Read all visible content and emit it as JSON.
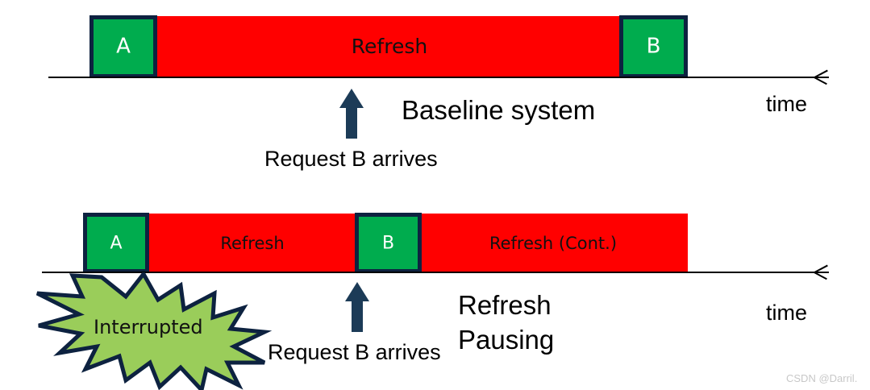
{
  "diagram": {
    "title_hidden": "",
    "colors": {
      "refresh_bar": "#FF0000",
      "request_box": "#00AC4E",
      "box_border": "#0D2240",
      "arrow": "#1C3B57",
      "star_fill": "#9ACD5A",
      "star_stroke": "#0D2240",
      "axis": "#000000",
      "watermark": "#C8C8C8"
    },
    "panels": [
      {
        "id": "baseline",
        "caption": "Baseline system",
        "axis_label": "time",
        "annotation": "Request B arrives",
        "segments": [
          {
            "kind": "request",
            "label": "A"
          },
          {
            "kind": "refresh",
            "label": "Refresh"
          },
          {
            "kind": "request",
            "label": "B"
          }
        ]
      },
      {
        "id": "refresh-pausing",
        "caption_line1": "Refresh",
        "caption_line2": "Pausing",
        "axis_label": "time",
        "annotation": "Request B arrives",
        "burst_label": "Interrupted",
        "segments": [
          {
            "kind": "request",
            "label": "A"
          },
          {
            "kind": "refresh",
            "label": "Refresh"
          },
          {
            "kind": "request",
            "label": "B"
          },
          {
            "kind": "refresh",
            "label": "Refresh (Cont.)"
          }
        ]
      }
    ]
  },
  "watermark": "CSDN @Darril."
}
